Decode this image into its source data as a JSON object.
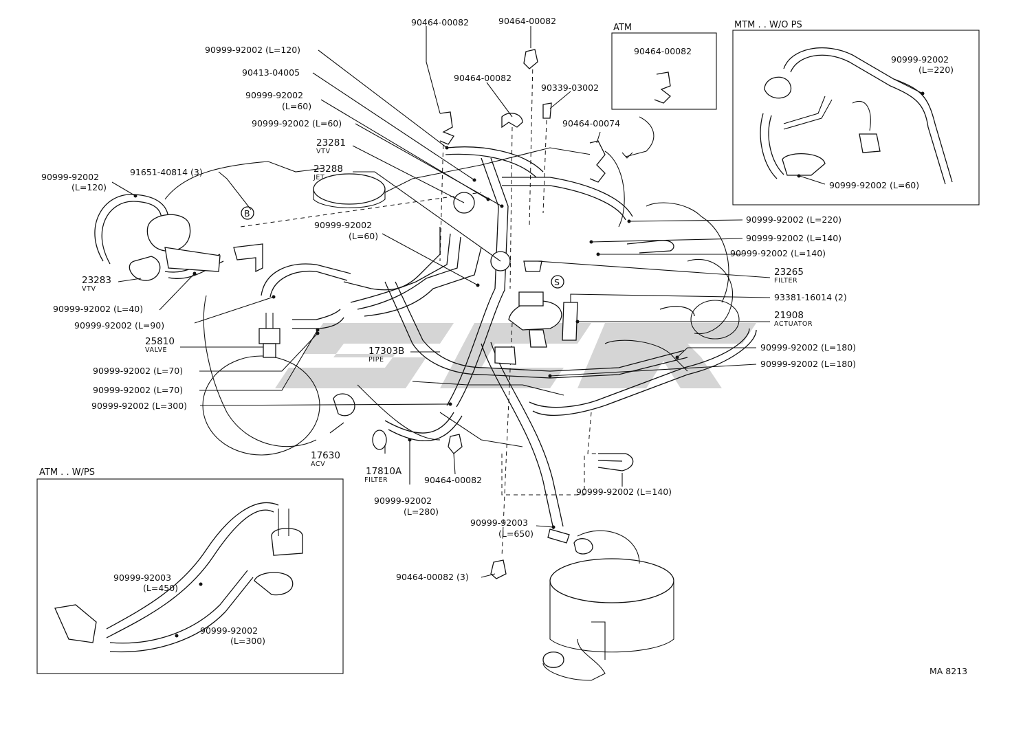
{
  "drawing_code": "MA 8213",
  "insets": {
    "atm": {
      "title": "ATM",
      "part": "90464-00082"
    },
    "mtm": {
      "title": "MTM . . W/O PS",
      "labels": [
        {
          "part": "90999-92002",
          "spec": "(L=220)"
        },
        {
          "part": "90999-92002 (L=60)",
          "spec": ""
        }
      ]
    },
    "atm_wps": {
      "title": "ATM . . W/PS",
      "labels": [
        {
          "part": "90999-92003",
          "spec": "(L=450)"
        },
        {
          "part": "90999-92002",
          "spec": "(L=300)"
        }
      ]
    }
  },
  "callouts": [
    {
      "part": "90464-00082",
      "spec": ""
    },
    {
      "part": "90464-00082",
      "spec": ""
    },
    {
      "part": "90999-92002 (L=120)",
      "spec": ""
    },
    {
      "part": "90413-04005",
      "spec": ""
    },
    {
      "part": "90464-00082",
      "spec": ""
    },
    {
      "part": "90339-03002",
      "spec": ""
    },
    {
      "part": "90999-92002",
      "spec": "(L=60)"
    },
    {
      "part": "90999-92002 (L=60)",
      "spec": ""
    },
    {
      "part": "90464-00074",
      "spec": ""
    },
    {
      "part": "23281",
      "spec": "VTV"
    },
    {
      "part": "23288",
      "spec": "JET"
    },
    {
      "part": "91651-40814 (3)",
      "spec": ""
    },
    {
      "part": "90999-92002",
      "spec": "(L=120)"
    },
    {
      "part": "90999-92002",
      "spec": "(L=60)"
    },
    {
      "part": "23283",
      "spec": "VTV"
    },
    {
      "part": "90999-92002 (L=40)",
      "spec": ""
    },
    {
      "part": "90999-92002 (L=90)",
      "spec": ""
    },
    {
      "part": "25810",
      "spec": "VALVE"
    },
    {
      "part": "90999-92002 (L=70)",
      "spec": ""
    },
    {
      "part": "90999-92002 (L=70)",
      "spec": ""
    },
    {
      "part": "90999-92002 (L=300)",
      "spec": ""
    },
    {
      "part": "17303B",
      "spec": "PIPE"
    },
    {
      "part": "17630",
      "spec": "ACV"
    },
    {
      "part": "17810A",
      "spec": "FILTER"
    },
    {
      "part": "90464-00082",
      "spec": ""
    },
    {
      "part": "90999-92002",
      "spec": "(L=280)"
    },
    {
      "part": "90999-92003",
      "spec": "(L=650)"
    },
    {
      "part": "90464-00082 (3)",
      "spec": ""
    },
    {
      "part": "90999-92002 (L=140)",
      "spec": ""
    },
    {
      "part": "90999-92002 (L=220)",
      "spec": ""
    },
    {
      "part": "90999-92002 (L=140)",
      "spec": ""
    },
    {
      "part": "90999-92002 (L=140)",
      "spec": ""
    },
    {
      "part": "23265",
      "spec": "FILTER"
    },
    {
      "part": "93381-16014 (2)",
      "spec": ""
    },
    {
      "part": "21908",
      "spec": "ACTUATOR"
    },
    {
      "part": "90999-92002 (L=180)",
      "spec": ""
    },
    {
      "part": "90999-92002 (L=180)",
      "spec": ""
    }
  ],
  "markers": {
    "b": "B",
    "s": "S"
  }
}
